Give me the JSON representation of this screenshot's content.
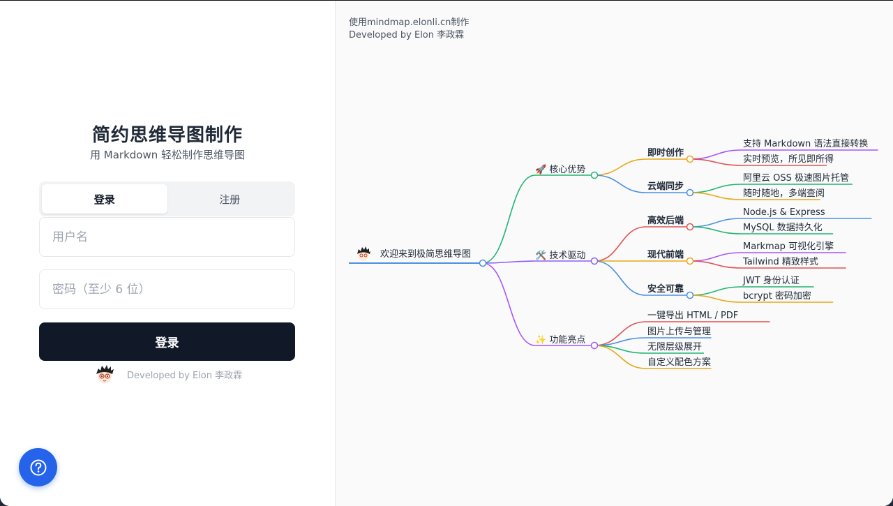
{
  "login": {
    "title": "简约思维导图制作",
    "subtitle": "用 Markdown 轻松制作思维导图",
    "tabs": [
      {
        "label": "登录",
        "active": true
      },
      {
        "label": "注册",
        "active": false
      }
    ],
    "username_placeholder": "用户名",
    "password_placeholder": "密码（至少 6 位）",
    "submit_label": "登录",
    "credit": "Developed by Elon 李政霖",
    "help_icon": "question-circle-icon"
  },
  "preview": {
    "header_line1": "使用mindmap.elonli.cn制作",
    "header_line2": "Developed by Elon 李政霖",
    "root": {
      "label": "欢迎来到极简思维导图",
      "icon": "avatar-icon",
      "color": "#4a90e2",
      "children": [
        {
          "label": "🚀 核心优势",
          "color": "#22b573",
          "children": [
            {
              "label": "即时创作",
              "color": "#e6a817",
              "children": [
                {
                  "label": "支持 Markdown 语法直接转换",
                  "color": "#a855f7"
                },
                {
                  "label": "实时预览，所见即所得",
                  "color": "#e05252"
                }
              ]
            },
            {
              "label": "云端同步",
              "color": "#4a90e2",
              "children": [
                {
                  "label": "阿里云 OSS 极速图片托管",
                  "color": "#22b573"
                },
                {
                  "label": "随时随地，多端查阅",
                  "color": "#e6a817"
                }
              ]
            }
          ]
        },
        {
          "label": "🛠️ 技术驱动",
          "color": "#8b5cf6",
          "children": [
            {
              "label": "高效后端",
              "color": "#e05252",
              "children": [
                {
                  "label": "Node.js & Express",
                  "color": "#4a90e2"
                },
                {
                  "label": "MySQL 数据持久化",
                  "color": "#22b573"
                }
              ]
            },
            {
              "label": "现代前端",
              "color": "#e6a817",
              "children": [
                {
                  "label": "Markmap 可视化引擎",
                  "color": "#a855f7"
                },
                {
                  "label": "Tailwind 精致样式",
                  "color": "#e05252"
                }
              ]
            },
            {
              "label": "安全可靠",
              "color": "#4a90e2",
              "children": [
                {
                  "label": "JWT 身份认证",
                  "color": "#22b573"
                },
                {
                  "label": "bcrypt 密码加密",
                  "color": "#e6a817"
                }
              ]
            }
          ]
        },
        {
          "label": "✨ 功能亮点",
          "color": "#a855f7",
          "children": [
            {
              "label": "一键导出 HTML / PDF",
              "color": "#e05252"
            },
            {
              "label": "图片上传与管理",
              "color": "#4a90e2"
            },
            {
              "label": "无限层级展开",
              "color": "#22b573"
            },
            {
              "label": "自定义配色方案",
              "color": "#e6a817"
            }
          ]
        }
      ]
    }
  }
}
